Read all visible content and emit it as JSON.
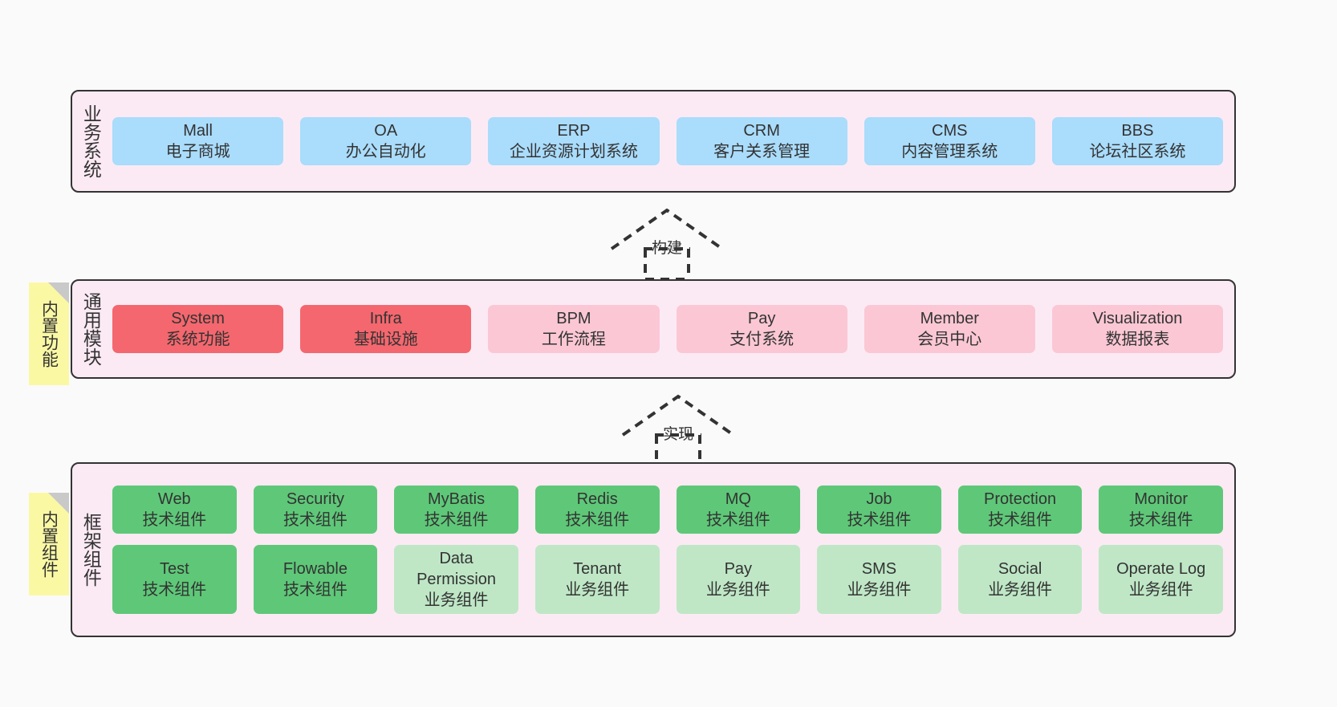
{
  "diagram": {
    "background": "#fafafa",
    "band_background": "#fbeaf4",
    "border_color": "#333333",
    "note_color": "#fbf8a4",
    "colors": {
      "business": "#aadcfb",
      "core_strong": "#f4676e",
      "core_soft": "#fbc7d4",
      "tech": "#5ec878",
      "biz_component": "#bfe7c6"
    }
  },
  "layers": [
    {
      "key": "business",
      "title": "业务系统",
      "rows": [
        [
          {
            "l1": "Mall",
            "l2": "电子商城",
            "color": "blue"
          },
          {
            "l1": "OA",
            "l2": "办公自动化",
            "color": "blue"
          },
          {
            "l1": "ERP",
            "l2": "企业资源计划系统",
            "color": "blue"
          },
          {
            "l1": "CRM",
            "l2": "客户关系管理",
            "color": "blue"
          },
          {
            "l1": "CMS",
            "l2": "内容管理系统",
            "color": "blue"
          },
          {
            "l1": "BBS",
            "l2": "论坛社区系统",
            "color": "blue"
          }
        ]
      ]
    },
    {
      "key": "common",
      "title": "通用模块",
      "note": "内置功能",
      "rows": [
        [
          {
            "l1": "System",
            "l2": "系统功能",
            "color": "red"
          },
          {
            "l1": "Infra",
            "l2": "基础设施",
            "color": "red"
          },
          {
            "l1": "BPM",
            "l2": "工作流程",
            "color": "pink"
          },
          {
            "l1": "Pay",
            "l2": "支付系统",
            "color": "pink"
          },
          {
            "l1": "Member",
            "l2": "会员中心",
            "color": "pink"
          },
          {
            "l1": "Visualization",
            "l2": "数据报表",
            "color": "pink"
          }
        ]
      ]
    },
    {
      "key": "framework",
      "title": "框架组件",
      "note": "内置组件",
      "rows": [
        [
          {
            "l1": "Web",
            "l2": "技术组件",
            "color": "green"
          },
          {
            "l1": "Security",
            "l2": "技术组件",
            "color": "green"
          },
          {
            "l1": "MyBatis",
            "l2": "技术组件",
            "color": "green"
          },
          {
            "l1": "Redis",
            "l2": "技术组件",
            "color": "green"
          },
          {
            "l1": "MQ",
            "l2": "技术组件",
            "color": "green"
          },
          {
            "l1": "Job",
            "l2": "技术组件",
            "color": "green"
          },
          {
            "l1": "Protection",
            "l2": "技术组件",
            "color": "green"
          },
          {
            "l1": "Monitor",
            "l2": "技术组件",
            "color": "green"
          }
        ],
        [
          {
            "l1": "Test",
            "l2": "技术组件",
            "color": "green"
          },
          {
            "l1": "Flowable",
            "l2": "技术组件",
            "color": "green"
          },
          {
            "l1": "Data Permission",
            "l2": "业务组件",
            "color": "green-light"
          },
          {
            "l1": "Tenant",
            "l2": "业务组件",
            "color": "green-light"
          },
          {
            "l1": "Pay",
            "l2": "业务组件",
            "color": "green-light"
          },
          {
            "l1": "SMS",
            "l2": "业务组件",
            "color": "green-light"
          },
          {
            "l1": "Social",
            "l2": "业务组件",
            "color": "green-light"
          },
          {
            "l1": "Operate Log",
            "l2": "业务组件",
            "color": "green-light"
          }
        ]
      ]
    }
  ],
  "connectors": [
    {
      "key": "build",
      "label": "构建",
      "from": "通用模块",
      "to": "业务系统"
    },
    {
      "key": "implement",
      "label": "实现",
      "from": "框架组件",
      "to": "通用模块"
    }
  ]
}
